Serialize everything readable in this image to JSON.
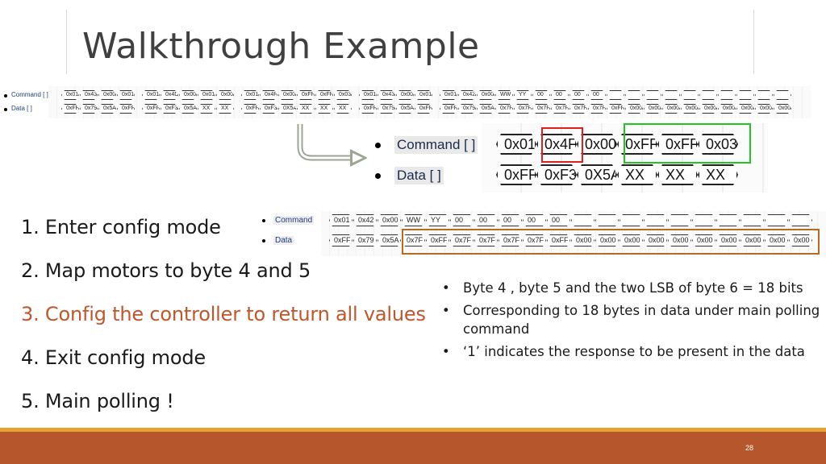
{
  "slide": {
    "title": "Walkthrough Example",
    "page_number": "28"
  },
  "top_wave": {
    "command_label": "Command [ ]",
    "data_label": "Data [ ]",
    "command_cells": [
      "0x01",
      "0x43",
      "0x00",
      "0x01",
      "0x01",
      "0x4D",
      "0x00",
      "0x01",
      "0x00",
      "0x01",
      "0x4F",
      "0x00",
      "0xFF",
      "0xFF",
      "0x03",
      "0x01",
      "0x43",
      "0x00",
      "0x01",
      "0x01",
      "0x42",
      "0x00",
      "WW",
      "YY",
      "00",
      "00",
      "00",
      "00",
      "",
      "",
      "",
      "",
      "",
      "",
      "",
      "",
      "",
      ""
    ],
    "data_cells": [
      "0xFF",
      "0x79",
      "0x5A",
      "0xFF",
      "0xFF",
      "0xF3",
      "0x5A",
      "XX",
      "XX",
      "0xFF",
      "0xF3",
      "0X5A",
      "XX",
      "XX",
      "XX",
      "0xFF",
      "0x79",
      "0x5A",
      "0xFF",
      "0xFF",
      "0x79",
      "0x5A",
      "0x7F",
      "0x7F",
      "0x7F",
      "0x7F",
      "0x7F",
      "0x7F",
      "0xFF",
      "0x00",
      "0x00",
      "0x00",
      "0x00",
      "0x00",
      "0x00",
      "0x00",
      "0x00",
      "0x00"
    ]
  },
  "zoom": {
    "command_label": "Command [ ]",
    "data_label": "Data [ ]",
    "command_cells": [
      "0x01",
      "0x4F",
      "0x00",
      "0xFF",
      "0xFF",
      "0x03"
    ],
    "data_cells": [
      "0xFF",
      "0xF3",
      "0X5A",
      "XX",
      "XX",
      "XX"
    ],
    "highlight_red": "#e02020",
    "highlight_green": "#22c322"
  },
  "mid_wave": {
    "command_label": "Command",
    "data_label": "Data",
    "command_cells": [
      "0x01",
      "0x42",
      "0x00",
      "WW",
      "YY",
      "00",
      "00",
      "00",
      "00",
      "00",
      "",
      "",
      "",
      "",
      "",
      "",
      "",
      "",
      "",
      ""
    ],
    "data_cells": [
      "0xFF",
      "0x79",
      "0x5A",
      "0x7F",
      "0xFF",
      "0x7F",
      "0x7F",
      "0x7F",
      "0x7F",
      "0xFF",
      "0x00",
      "0x00",
      "0x00",
      "0x00",
      "0x00",
      "0x00",
      "0x00",
      "0x00",
      "0x00",
      "0x00"
    ],
    "highlight_brown": "#b86a1e"
  },
  "steps": [
    {
      "text": "1. Enter config mode",
      "active": false
    },
    {
      "text": "2. Map motors to byte 4 and 5",
      "active": false
    },
    {
      "text": "3. Config the controller to return all values",
      "active": true
    },
    {
      "text": "4. Exit config mode",
      "active": false
    },
    {
      "text": "5. Main polling !",
      "active": false
    }
  ],
  "bullets": [
    "Byte 4 , byte 5 and the two LSB of byte 6 = 18 bits",
    "Corresponding to 18 bytes in data under main polling command",
    "‘1’ indicates the response to be present in the data"
  ],
  "colors": {
    "accent": "#c0562b",
    "footer": "#b5562d",
    "footer_line": "#e8a033",
    "title": "#404040"
  },
  "icons": {
    "arrow": "curved-arrow-icon"
  }
}
